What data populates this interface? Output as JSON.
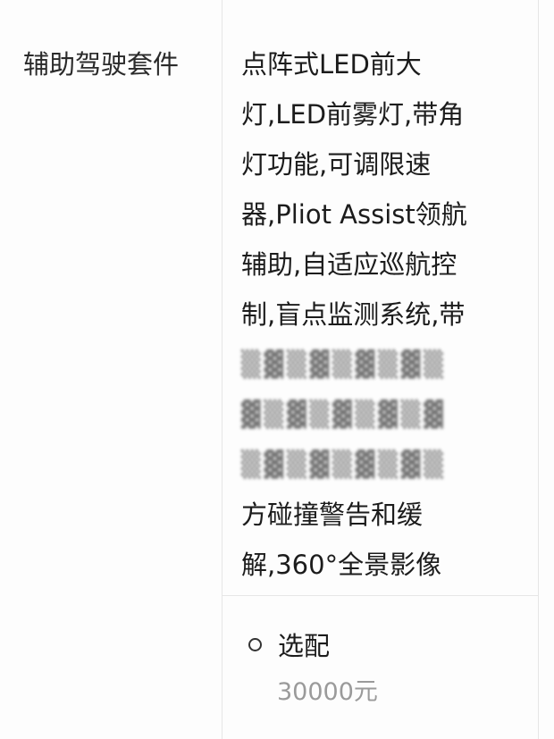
{
  "row": {
    "label": "辅助驾驶套件",
    "value_lines": [
      "点阵式LED前大",
      "灯,LED前雾灯,带角",
      "灯功能,可调限速",
      "器,Pliot Assist领航",
      "辅助,自适应巡航控",
      "制,盲点监测系统,带"
    ],
    "value_lines_end": [
      "方碰撞警告和缓",
      "解,360°全景影像"
    ],
    "option": {
      "label": "选配",
      "price": "30000元"
    }
  }
}
